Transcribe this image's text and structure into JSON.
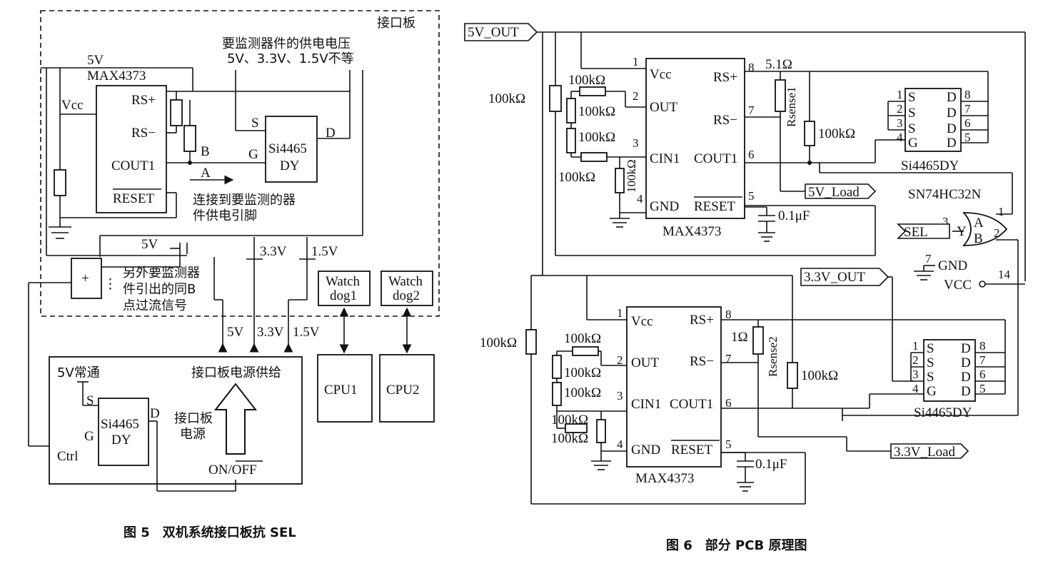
{
  "fig5": {
    "caption": "图 5　双机系统接口板抗 SEL",
    "board_label": "接口板",
    "rail_5v": "5V",
    "max_chip": "MAX4373",
    "vcc": "Vcc",
    "rs_plus": "RS+",
    "rs_minus": "RS−",
    "cout": "COUT1",
    "reset": "RESET",
    "supply_note_1": "要监测器件的供电电压",
    "supply_note_2": "5V、3.3V、1.5V不等",
    "pin_s": "S",
    "pin_g": "G",
    "pin_d": "D",
    "mos_1": "Si4465",
    "mos_2": "DY",
    "node_b": "B",
    "node_a": "A",
    "connect_note_1": "连接到要监测的器",
    "connect_note_2": "件供电引脚",
    "or_plus": "+",
    "or_dots": "⋮",
    "other_note_1": "另外要监测器",
    "other_note_2": "件引出的同B",
    "other_note_3": "点过流信号",
    "v5_small": "5V",
    "v33": "3.3V",
    "v15": "1.5V",
    "watchdog_1a": "Watch",
    "watchdog_1b": "dog1",
    "watchdog_2a": "Watch",
    "watchdog_2b": "dog2",
    "cpu1": "CPU1",
    "cpu2": "CPU2",
    "bus_5v": "5V",
    "bus_33v": "3.3V",
    "bus_15v": "1.5V",
    "supply_box_title": "接口板电源供给",
    "always_on": "5V常通",
    "ctrl": "Ctrl",
    "board_power_1": "接口板",
    "board_power_2": "电源",
    "on_off_on": "ON/",
    "on_off_off": "OFF"
  },
  "fig6": {
    "caption": "图 6　部分 PCB 原理图",
    "top": {
      "out_tag": "5V_OUT",
      "load_tag": "5V_Load",
      "chip": "MAX4373",
      "vcc": "Vcc",
      "out": "OUT",
      "cin": "CIN1",
      "gnd": "GND",
      "rsp": "RS+",
      "rsm": "RS−",
      "cout": "COUT1",
      "reset": "RESET",
      "p1": "1",
      "p2": "2",
      "p3": "3",
      "p4": "4",
      "p5": "5",
      "p6": "6",
      "p7": "7",
      "p8": "8",
      "r_left": "100kΩ",
      "r_out_a": "100kΩ",
      "r_out_b": "100kΩ",
      "r_cin_a": "100kΩ",
      "r_cin_b": "100kΩ",
      "r_gnd": "100kΩ",
      "r_sense_val": "5.1Ω",
      "r_sense": "Rsense1",
      "r_pull": "100kΩ",
      "cap": "0.1μF",
      "mos": "Si4465DY"
    },
    "gate": {
      "name": "SN74HC32N",
      "sel": "SEL",
      "y": "Y",
      "a": "A",
      "b": "B",
      "p1": "1",
      "p2": "2",
      "p3": "3",
      "p7": "7",
      "p14": "14",
      "gnd": "GND",
      "vcc": "VCC"
    },
    "bottom": {
      "out_tag": "3.3V_OUT",
      "load_tag": "3.3V_Load",
      "chip": "MAX4373",
      "vcc": "Vcc",
      "out": "OUT",
      "cin": "CIN1",
      "gnd": "GND",
      "rsp": "RS+",
      "rsm": "RS−",
      "cout": "COUT1",
      "reset": "RESET",
      "p1": "1",
      "p2": "2",
      "p3": "3",
      "p4": "4",
      "p5": "5",
      "p6": "6",
      "p7": "7",
      "p8": "8",
      "r_left": "100kΩ",
      "r_out_a": "100kΩ",
      "r_out_b": "100kΩ",
      "r_cin_a": "100kΩ",
      "r_cin_b": "100kΩ",
      "r_gnd": "100kΩ",
      "r_sense_val": "1Ω",
      "r_sense": "Rsense2",
      "r_pull": "100kΩ",
      "cap": "0.1μF",
      "mos": "Si4465DY"
    },
    "mos_pins": {
      "s": "S",
      "g": "G",
      "d": "D",
      "n1": "1",
      "n2": "2",
      "n3": "3",
      "n4": "4",
      "n5": "5",
      "n6": "6",
      "n7": "7",
      "n8": "8"
    }
  }
}
